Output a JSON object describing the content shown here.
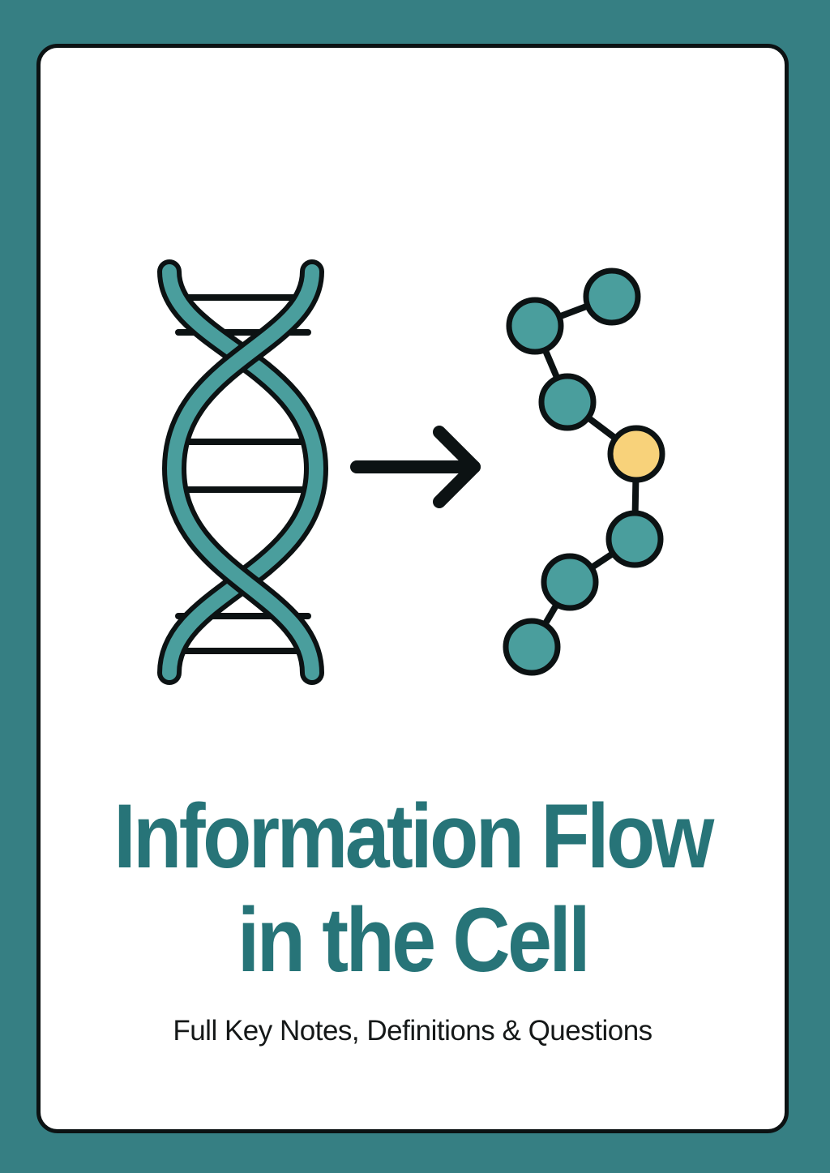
{
  "cover": {
    "title_line_1": "Information Flow",
    "title_line_2": "in the Cell",
    "subtitle": "Full Key Notes, Definitions & Questions"
  },
  "colors": {
    "frame": "#367f83",
    "card": "#ffffff",
    "outline": "#0c1213",
    "accent_teal": "#4a9e9d",
    "title_teal": "#277478",
    "highlight_bead": "#f8d27a"
  },
  "illustration": {
    "left_icon": "dna-double-helix-icon",
    "middle_icon": "right-arrow-icon",
    "right_icon": "protein-chain-icon"
  }
}
